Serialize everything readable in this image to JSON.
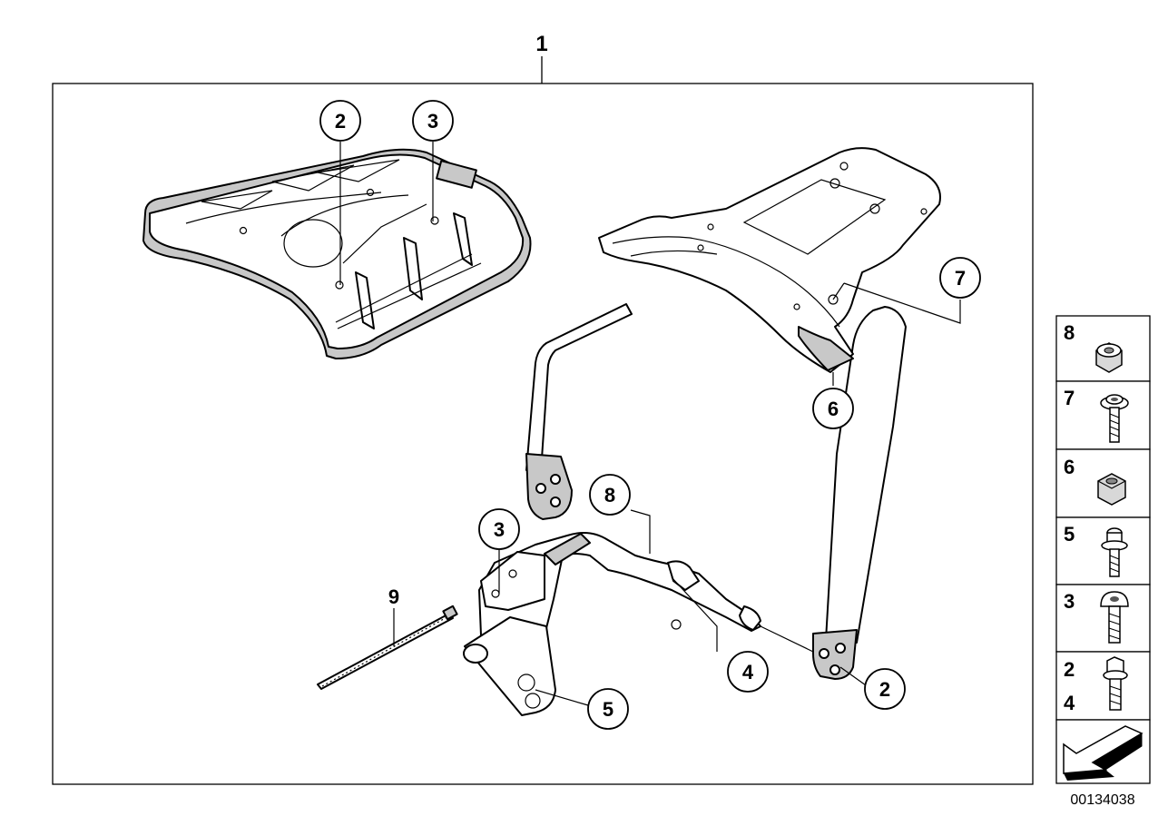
{
  "assembly": {
    "main_label": "1",
    "diagram_id": "00134038"
  },
  "callouts": {
    "c2_top": "2",
    "c3_top": "3",
    "c7": "7",
    "c6": "6",
    "c8": "8",
    "c3_mid": "3",
    "c9": "9",
    "c4": "4",
    "c2_bottom": "2",
    "c5": "5"
  },
  "legend": {
    "items": [
      {
        "label": "8",
        "part": "nut-icon"
      },
      {
        "label": "7",
        "part": "flange-screw-icon"
      },
      {
        "label": "6",
        "part": "hex-nut-icon"
      },
      {
        "label": "5",
        "part": "collar-screw-icon"
      },
      {
        "label": "3",
        "part": "round-head-screw-icon"
      },
      {
        "label": "2",
        "label_b": "4",
        "part": "hex-bolt-icon"
      }
    ]
  }
}
